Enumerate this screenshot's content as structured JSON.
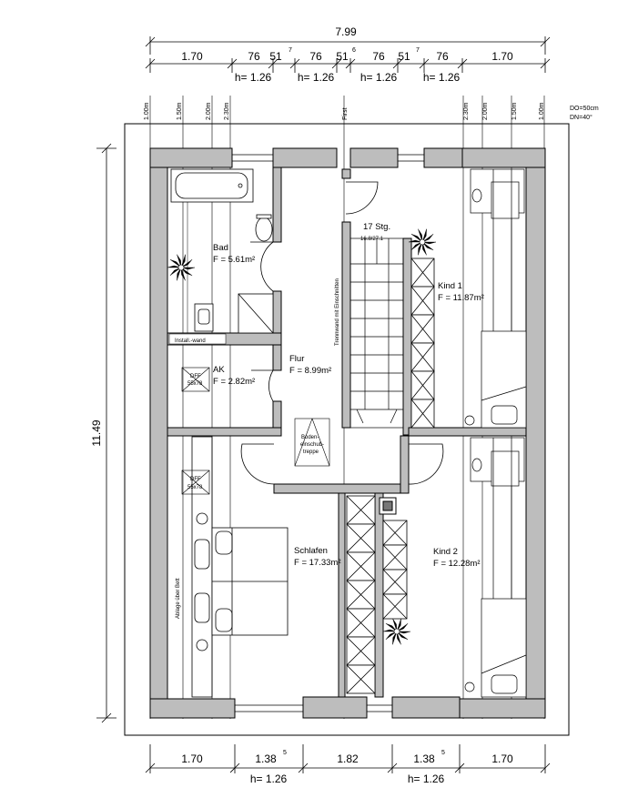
{
  "dimensions": {
    "total_width": "7.99",
    "total_height": "11.49",
    "top_row": [
      "1.70",
      "76",
      "51",
      "7",
      "76",
      "51",
      "6",
      "76",
      "51",
      "7",
      "76",
      "1.70"
    ],
    "top_heights": [
      "h= 1.26",
      "h= 1.26",
      "h= 1.26",
      "h= 1.26"
    ],
    "bottom_row": [
      "1.70",
      "1.38",
      "5",
      "1.82",
      "1.38",
      "5",
      "1.70"
    ],
    "bottom_heights": [
      "h= 1.26",
      "h= 1.26"
    ],
    "roof_lines": [
      "1.00m",
      "1.50m",
      "2.00m",
      "2.30m",
      "2.30m",
      "2.00m",
      "1.50m",
      "1.00m"
    ],
    "first_label": "First",
    "roof_note_1": "DO=50cm",
    "roof_note_2": "DN=40°"
  },
  "rooms": {
    "bad": {
      "name": "Bad",
      "area": "F = 5.61m²"
    },
    "ak": {
      "name": "AK",
      "area": "F = 2.82m²"
    },
    "flur": {
      "name": "Flur",
      "area": "F = 8.99m²"
    },
    "kind1": {
      "name": "Kind 1",
      "area": "F = 11.87m²"
    },
    "schlafen": {
      "name": "Schlafen",
      "area": "F = 17.33m²"
    },
    "kind2": {
      "name": "Kind 2",
      "area": "F = 12.28m²"
    }
  },
  "labels": {
    "install_wand": "Install.-wand",
    "stairs_count": "17 Stg.",
    "stairs_ratio": "16.8/27.1",
    "trennwand": "Trennwand mit Einschnitten",
    "dff_1": "DFF",
    "dff_1b": "55x78",
    "dff_2": "DFF",
    "dff_2b": "55x78",
    "boden_1": "Boden-",
    "boden_2": "einschub-",
    "boden_3": "treppe",
    "ablage": "Ablage über Bett"
  }
}
